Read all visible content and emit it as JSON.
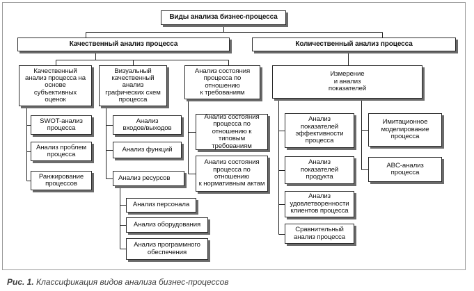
{
  "diagram": {
    "root": "Виды анализа бизнес-процесса",
    "qualitative": {
      "title": "Качественный анализ процесса",
      "subjective": {
        "label": "Качественный\nанализ процесса на\nоснове\nсубъективных\nоценок",
        "items": [
          "SWOT-анализ\nпроцесса",
          "Анализ проблем\nпроцесса",
          "Ранжирование\nпроцессов"
        ]
      },
      "visual": {
        "label": "Визуальный\nкачественный\nанализ\nграфических схем\nпроцесса",
        "items": [
          "Анализ\nвходов/выходов",
          "Анализ функций",
          "Анализ ресурсов"
        ],
        "resources": [
          "Анализ персонала",
          "Анализ оборудования",
          "Анализ программного\nобеспечения"
        ]
      },
      "state": {
        "label": "Анализ состояния\nпроцесса по\nотношению\nк требованиям",
        "items": [
          "Анализ состояния\nпроцесса по\nотношению к типовым\nтребованиям",
          "Анализ состояния\nпроцесса по\nотношению\nк нормативным актам"
        ]
      }
    },
    "quantitative": {
      "title": "Количественный анализ процесса",
      "measurement": {
        "label": "Измерение\nи анализ\nпоказателей",
        "left": [
          "Анализ\nпоказателей\nэффективности\nпроцесса",
          "Анализ\nпоказателей\nпродукта",
          "Анализ\nудовлетворенности\nклиентов процесса",
          "Сравнительный\nанализ процесса"
        ],
        "right": [
          "Имитационное\nмоделирование\nпроцесса",
          "ABC-анализ\nпроцесса"
        ]
      }
    }
  },
  "caption": {
    "prefix": "Рис. 1.",
    "text": " Классификация видов анализа бизнес-процессов"
  }
}
